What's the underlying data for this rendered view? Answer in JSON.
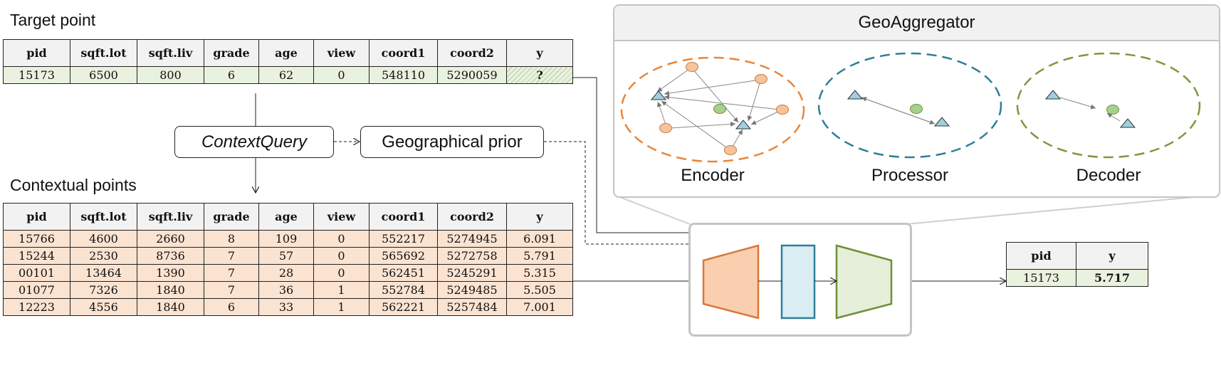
{
  "target": {
    "title": "Target point",
    "columns": [
      "pid",
      "sqft.lot",
      "sqft.liv",
      "grade",
      "age",
      "view",
      "coord1",
      "coord2",
      "y"
    ],
    "row": [
      "15173",
      "6500",
      "800",
      "6",
      "62",
      "0",
      "548110",
      "5290059",
      "?"
    ]
  },
  "context_query": {
    "label": "ContextQuery"
  },
  "geo_prior": {
    "label": "Geographical prior"
  },
  "contextual": {
    "title": "Contextual points",
    "columns": [
      "pid",
      "sqft.lot",
      "sqft.liv",
      "grade",
      "age",
      "view",
      "coord1",
      "coord2",
      "y"
    ],
    "rows": [
      [
        "15766",
        "4600",
        "2660",
        "8",
        "109",
        "0",
        "552217",
        "5274945",
        "6.091"
      ],
      [
        "15244",
        "2530",
        "8736",
        "7",
        "57",
        "0",
        "565692",
        "5272758",
        "5.791"
      ],
      [
        "00101",
        "13464",
        "1390",
        "7",
        "28",
        "0",
        "562451",
        "5245291",
        "5.315"
      ],
      [
        "01077",
        "7326",
        "1840",
        "7",
        "36",
        "1",
        "552784",
        "5249485",
        "5.505"
      ],
      [
        "12223",
        "4556",
        "1840",
        "6",
        "33",
        "1",
        "562221",
        "5257484",
        "7.001"
      ]
    ]
  },
  "geoaggregator": {
    "title": "GeoAggregator",
    "encoder_label": "Encoder",
    "processor_label": "Processor",
    "decoder_label": "Decoder",
    "colors": {
      "encoder": "#e8863a",
      "processor": "#2e7f99",
      "decoder": "#7a9a3c"
    }
  },
  "output": {
    "columns": [
      "pid",
      "y"
    ],
    "row": [
      "15173",
      "5.717"
    ]
  },
  "colors": {
    "target_fill": "#e9f1df",
    "context_fill": "#fbe3d1",
    "header_fill": "#f2f2f2",
    "encoder_block": "#f9cfb0",
    "processor_block": "#daedf3",
    "decoder_block": "#e6efd9",
    "circle_node": "#f7c39b",
    "green_node": "#a8d08d",
    "triangle_node": "#9fd0e0"
  }
}
